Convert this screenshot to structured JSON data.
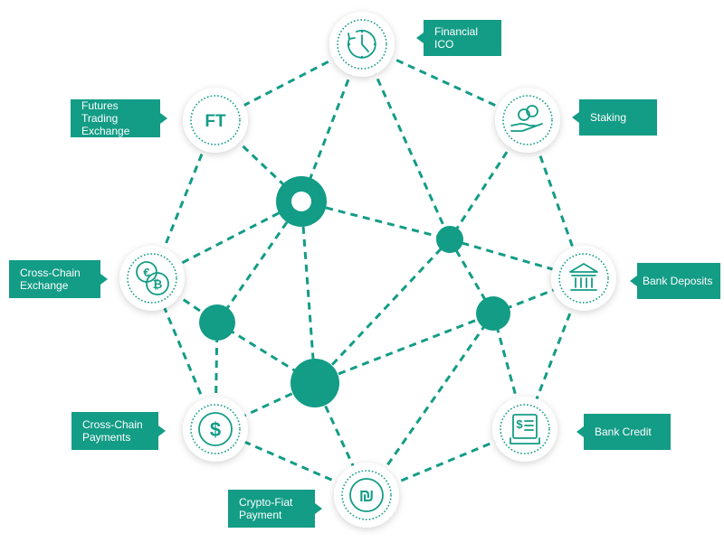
{
  "nodes": {
    "financial_ico": {
      "label": "Financial ICO",
      "icon": "clock-icon"
    },
    "futures_trading": {
      "label": "Futures Trading\nExchange",
      "icon": "ft-icon",
      "icon_text": "FT"
    },
    "staking": {
      "label": "Staking",
      "icon": "coins-in-hand-icon"
    },
    "cross_chain_exchange": {
      "label": "Cross-Chain\nExchange",
      "icon": "euro-bitcoin-coins-icon",
      "icon_text_1": "€",
      "icon_text_2": "₿"
    },
    "bank_deposits": {
      "label": "Bank Deposits",
      "icon": "bank-building-icon"
    },
    "cross_chain_payments": {
      "label": "Cross-Chain\nPayments",
      "icon": "dollar-coin-icon",
      "icon_text": "$"
    },
    "bank_credit": {
      "label": "Bank Credit",
      "icon": "receipt-icon",
      "icon_text": "$"
    },
    "crypto_fiat": {
      "label": "Crypto-Fiat\nPayment",
      "icon": "shekel-coin-icon",
      "icon_text": "₪"
    }
  },
  "colors": {
    "accent": "#139c86",
    "background": "#ffffff"
  }
}
